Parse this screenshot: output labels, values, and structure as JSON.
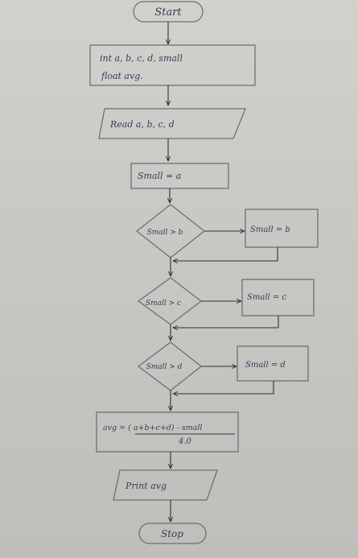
{
  "flowchart": {
    "start": "Start",
    "declare_line1": "int a, b, c, d, small",
    "declare_line2": "float avg.",
    "read": "Read a, b, c, d",
    "init": "Small = a",
    "cond_b": "Small > b",
    "assign_b": "Small = b",
    "cond_c": "Small > c",
    "assign_c": "Small = c",
    "cond_d": "Small > d",
    "assign_d": "Small = d",
    "avg_numerator": "avg = ( a+b+c+d) - small",
    "avg_denominator": "4.0",
    "print": "Print avg",
    "stop": "Stop"
  }
}
